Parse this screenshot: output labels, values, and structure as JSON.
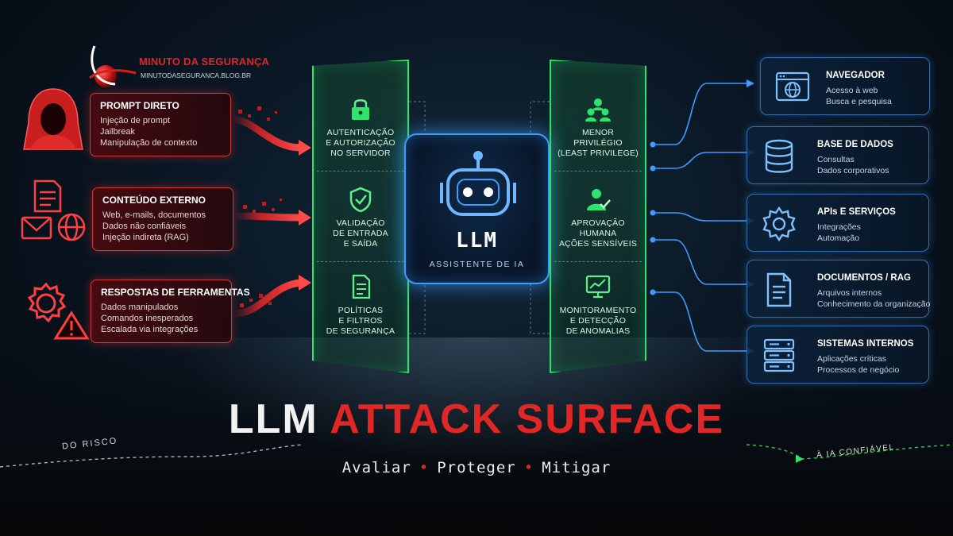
{
  "logo": {
    "brand": "MINUTO DA SEGURANÇA",
    "url": "MINUTODASEGURANCA.BLOG.BR"
  },
  "threats": [
    {
      "title": "PROMPT DIRETO",
      "lines": [
        "Injeção de prompt",
        "Jailbreak",
        "Manipulação de contexto"
      ],
      "icon": "hooded-attacker-icon"
    },
    {
      "title": "CONTEÚDO EXTERNO",
      "lines": [
        "Web, e-mails, documentos",
        "Dados não confiáveis",
        "Injeção indireta (RAG)"
      ],
      "icon": "document-mail-globe-icon"
    },
    {
      "title": "RESPOSTAS DE FERRAMENTAS",
      "lines": [
        "Dados manipulados",
        "Comandos inesperados",
        "Escalada via integrações"
      ],
      "icon": "gear-warning-icon"
    }
  ],
  "input_controls": [
    {
      "lines": [
        "AUTENTICAÇÃO",
        "E AUTORIZAÇÃO",
        "NO SERVIDOR"
      ],
      "icon": "lock-icon"
    },
    {
      "lines": [
        "VALIDAÇÃO",
        "DE ENTRADA",
        "E SAÍDA"
      ],
      "icon": "shield-check-icon"
    },
    {
      "lines": [
        "POLÍTICAS",
        "E FILTROS",
        "DE SEGURANÇA"
      ],
      "icon": "policy-document-icon"
    }
  ],
  "output_controls": [
    {
      "lines": [
        "MENOR",
        "PRIVILÉGIO",
        "(LEAST PRIVILEGE)"
      ],
      "icon": "users-icon"
    },
    {
      "lines": [
        "APROVAÇÃO",
        "HUMANA",
        "AÇÕES SENSÍVEIS"
      ],
      "icon": "user-approval-icon"
    },
    {
      "lines": [
        "MONITORAMENTO",
        "E DETECÇÃO",
        "DE ANOMALIAS"
      ],
      "icon": "monitor-chart-icon"
    }
  ],
  "core": {
    "label": "LLM",
    "sublabel": "ASSISTENTE DE IA",
    "icon": "robot-icon"
  },
  "resources": [
    {
      "title": "NAVEGADOR",
      "lines": [
        "Acesso à web",
        "Busca e pesquisa"
      ],
      "icon": "browser-globe-icon"
    },
    {
      "title": "BASE DE DADOS",
      "lines": [
        "Consultas",
        "Dados corporativos"
      ],
      "icon": "database-icon"
    },
    {
      "title": "APIs E SERVIÇOS",
      "lines": [
        "Integrações",
        "Automação"
      ],
      "icon": "gear-icon"
    },
    {
      "title": "DOCUMENTOS / RAG",
      "lines": [
        "Arquivos internos",
        "Conhecimento da organização"
      ],
      "icon": "document-icon"
    },
    {
      "title": "SISTEMAS INTERNOS",
      "lines": [
        "Aplicações críticas",
        "Processos de negócio"
      ],
      "icon": "server-icon"
    }
  ],
  "headline": {
    "part1": "LLM",
    "part2": "ATTACK SURFACE"
  },
  "tagline": [
    "Avaliar",
    "Proteger",
    "Mitigar"
  ],
  "journey": {
    "start": "DO RISCO",
    "end": "À IA CONFIÁVEL"
  },
  "colors": {
    "threat": "#e22626",
    "control": "#2fe46d",
    "core": "#3d9cff",
    "resource": "#2f6fb0"
  }
}
